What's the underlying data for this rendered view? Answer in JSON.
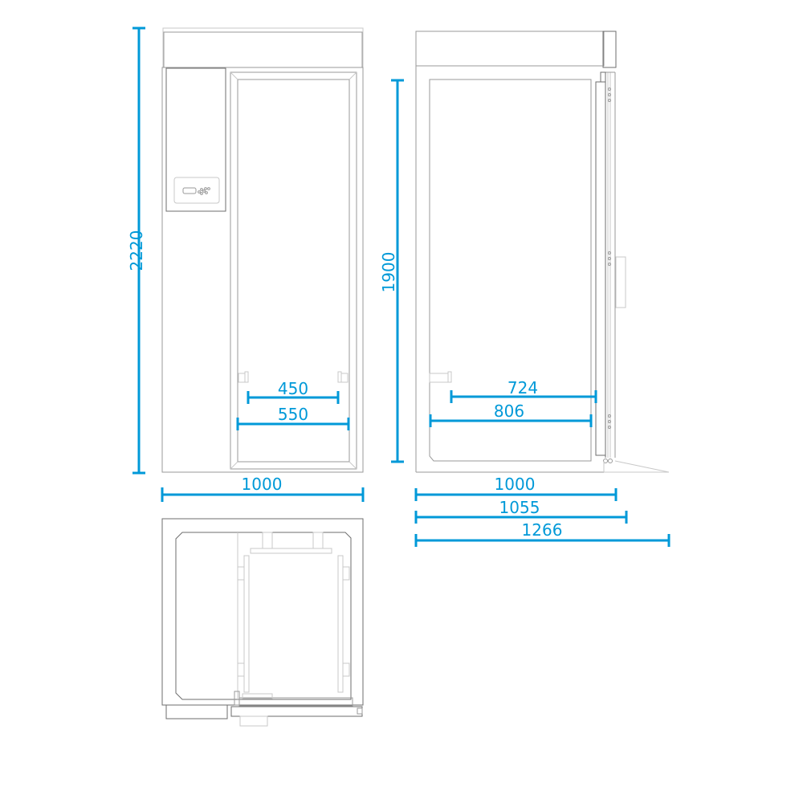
{
  "colors": {
    "dimension": "#0099d8",
    "outline": "#9a9a9a",
    "background": "#ffffff"
  },
  "front_view": {
    "height_label": "2220",
    "width_label": "1000",
    "inner_width_label": "450",
    "opening_width_label": "550"
  },
  "side_view": {
    "height_label": "1900",
    "inner_depth_label": "724",
    "opening_depth_label": "806",
    "depth_labels": [
      "1000",
      "1055",
      "1266"
    ]
  },
  "top_view": {}
}
